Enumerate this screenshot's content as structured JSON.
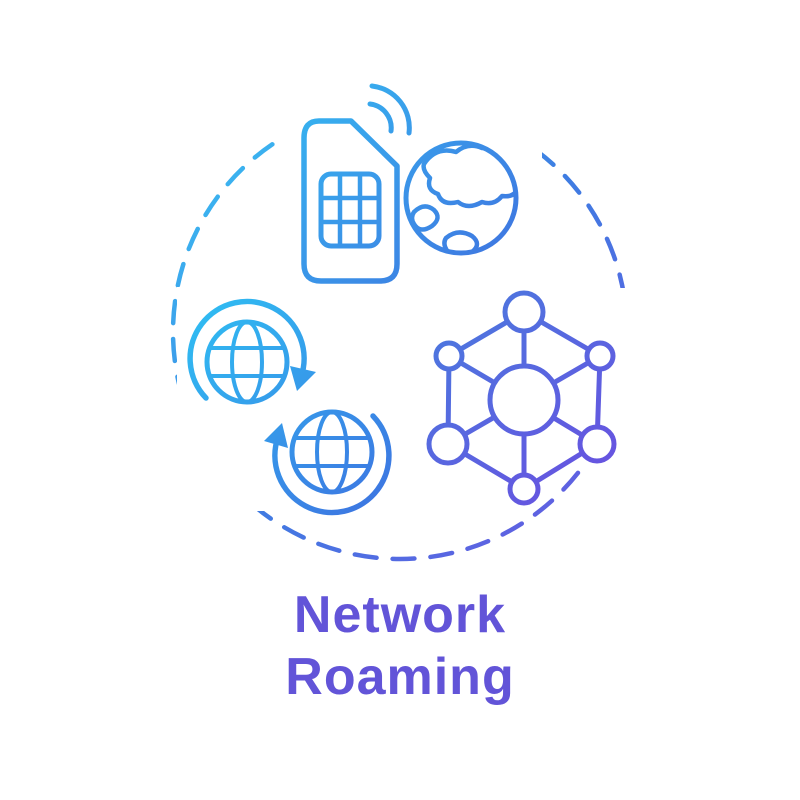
{
  "illustration": {
    "title": {
      "line1": "Network",
      "line2": "Roaming"
    },
    "colors": {
      "background": "#FFFFFF",
      "gradient_light_blue": "#38BDF2",
      "gradient_blue": "#3E7DE2",
      "gradient_purple": "#6C55E0",
      "title_color": "#6254D8"
    },
    "icons": [
      {
        "name": "dashed-circle-border"
      },
      {
        "name": "sim-card-icon"
      },
      {
        "name": "signal-waves-icon"
      },
      {
        "name": "globe-planet-icon"
      },
      {
        "name": "sync-globes-icon"
      },
      {
        "name": "network-nodes-icon"
      }
    ]
  }
}
